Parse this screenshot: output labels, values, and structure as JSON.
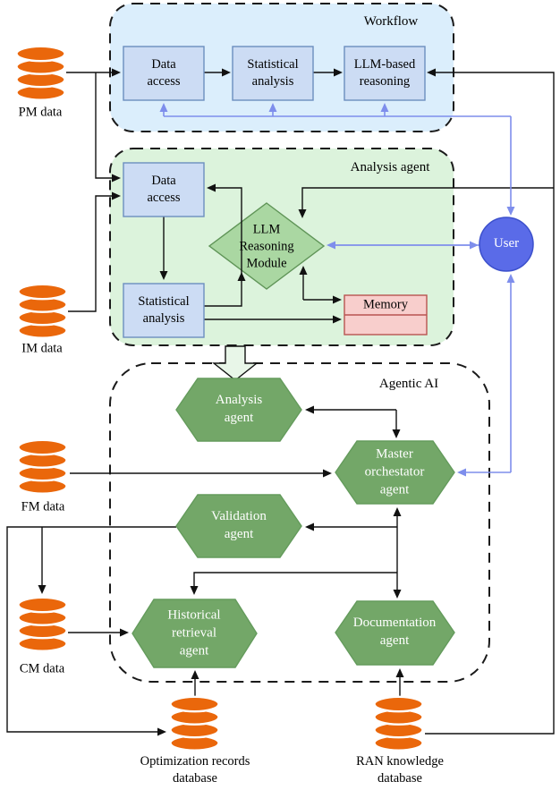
{
  "workflow": {
    "label": "Workflow",
    "boxes": [
      "Data\naccess",
      "Statistical\nanalysis",
      "LLM-based\nreasoning"
    ]
  },
  "analysis_agent": {
    "label": "Analysis agent",
    "data_access": "Data\naccess",
    "statistical_analysis": "Statistical\nanalysis",
    "reasoning_module": "LLM\nReasoning\nModule",
    "memory": "Memory"
  },
  "agentic_ai": {
    "label": "Agentic AI",
    "analysis_agent": "Analysis\nagent",
    "master_agent": "Master\norchestator\nagent",
    "validation_agent": "Validation\nagent",
    "historical_agent": "Historical\nretrieval\nagent",
    "documentation_agent": "Documentation\nagent"
  },
  "databases": {
    "pm": "PM data",
    "im": "IM data",
    "fm": "FM data",
    "cm": "CM data",
    "optimization": "Optimization records\ndatabase",
    "ran": "RAN knowledge\ndatabase"
  },
  "user": {
    "label": "User"
  },
  "colors": {
    "workflow_fill": "#dbeefc",
    "analysis_fill": "#dcf3dc",
    "box_fill": "#ccdcf4",
    "box_stroke": "#6c8ebf",
    "diamond_fill": "#aad7a2",
    "memory_fill": "#f8cecc",
    "memory_stroke": "#b85450",
    "hexagon_fill": "#73a768",
    "user_fill": "#5a6be8",
    "database_orange": "#ea670b",
    "connector_blue": "#7e8eec",
    "connector_black": "#111111"
  }
}
